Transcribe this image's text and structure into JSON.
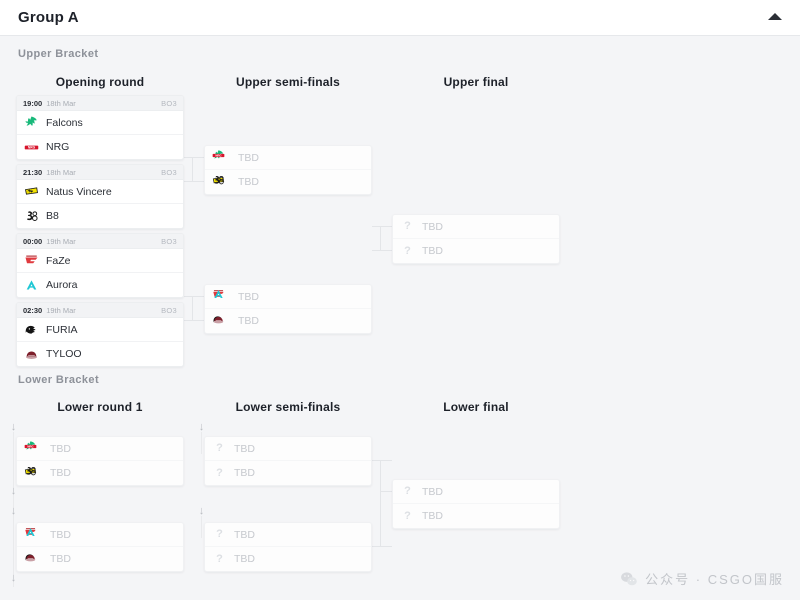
{
  "header": {
    "title": "Group A",
    "collapse_icon": "chevron-up-icon"
  },
  "brackets": {
    "upper_label": "Upper Bracket",
    "lower_label": "Lower Bracket"
  },
  "columns": {
    "opening_round": "Opening round",
    "upper_semis": "Upper semi-finals",
    "upper_final": "Upper final",
    "lower_round_1": "Lower round 1",
    "lower_semis": "Lower semi-finals",
    "lower_final": "Lower final"
  },
  "labels": {
    "tbd": "TBD",
    "qmark": "?"
  },
  "upper_opening": [
    {
      "time": "19:00",
      "date": "18th Mar",
      "format": "BO3",
      "teams": [
        {
          "name": "Falcons",
          "logo": "falcons-logo"
        },
        {
          "name": "NRG",
          "logo": "nrg-logo"
        }
      ]
    },
    {
      "time": "21:30",
      "date": "18th Mar",
      "format": "BO3",
      "teams": [
        {
          "name": "Natus Vincere",
          "logo": "navi-logo"
        },
        {
          "name": "B8",
          "logo": "b8-logo"
        }
      ]
    },
    {
      "time": "00:00",
      "date": "19th Mar",
      "format": "BO3",
      "teams": [
        {
          "name": "FaZe",
          "logo": "faze-logo"
        },
        {
          "name": "Aurora",
          "logo": "aurora-logo"
        }
      ]
    },
    {
      "time": "02:30",
      "date": "19th Mar",
      "format": "BO3",
      "teams": [
        {
          "name": "FURIA",
          "logo": "furia-logo"
        },
        {
          "name": "TYLOO",
          "logo": "tyloo-logo"
        }
      ]
    }
  ],
  "upper_semis": [
    {
      "teams": [
        {
          "name": "TBD",
          "logo_pair": [
            "falcons-logo",
            "nrg-logo"
          ]
        },
        {
          "name": "TBD",
          "logo_pair": [
            "navi-logo",
            "b8-logo"
          ]
        }
      ]
    },
    {
      "teams": [
        {
          "name": "TBD",
          "logo_pair": [
            "faze-logo",
            "aurora-logo"
          ]
        },
        {
          "name": "TBD",
          "logo_pair": [
            "furia-logo",
            "tyloo-logo"
          ]
        }
      ]
    }
  ],
  "upper_final": [
    {
      "teams": [
        {
          "name": "TBD",
          "logo": "question-icon"
        },
        {
          "name": "TBD",
          "logo": "question-icon"
        }
      ]
    }
  ],
  "lower_round_1": [
    {
      "teams": [
        {
          "name": "TBD",
          "logo_pair": [
            "falcons-logo",
            "nrg-logo"
          ]
        },
        {
          "name": "TBD",
          "logo_pair": [
            "navi-logo",
            "b8-logo"
          ]
        }
      ]
    },
    {
      "teams": [
        {
          "name": "TBD",
          "logo_pair": [
            "faze-logo",
            "aurora-logo"
          ]
        },
        {
          "name": "TBD",
          "logo_pair": [
            "furia-logo",
            "tyloo-logo"
          ]
        }
      ]
    }
  ],
  "lower_semis": [
    {
      "teams": [
        {
          "name": "TBD",
          "logo": "question-icon"
        },
        {
          "name": "TBD",
          "logo": "question-icon"
        }
      ]
    },
    {
      "teams": [
        {
          "name": "TBD",
          "logo": "question-icon"
        },
        {
          "name": "TBD",
          "logo": "question-icon"
        }
      ]
    }
  ],
  "lower_final": [
    {
      "teams": [
        {
          "name": "TBD",
          "logo": "question-icon"
        },
        {
          "name": "TBD",
          "logo": "question-icon"
        }
      ]
    }
  ],
  "watermark": {
    "icon": "wechat-icon",
    "text": "公众号 · CSGO国服"
  },
  "colors": {
    "page_bg": "#f4f5f7",
    "card_bg": "#ffffff",
    "meta_bg": "#f2f3f5",
    "text": "#2b2f36",
    "muted": "#a2a6ad",
    "tbd": "#c6c9ce",
    "line": "#e3e5e8",
    "falcons": "#18b97a",
    "nrg": "#d7152c",
    "navi": "#f5e400",
    "b8": "#1a1a1a",
    "faze": "#e03a3f",
    "aurora": "#1fc7d4",
    "furia": "#141414",
    "tyloo": "#7d1f2b"
  }
}
